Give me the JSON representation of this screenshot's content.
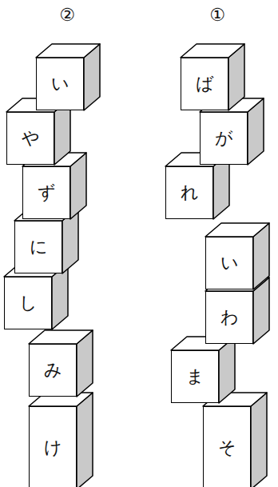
{
  "diagram": {
    "nodes": [
      {
        "text": [
          "ば"
        ]
      },
      {
        "text": [
          "が"
        ]
      },
      {
        "text": [
          "れ"
        ]
      },
      {
        "text": [
          "い"
        ]
      },
      {
        "text": [
          "わ"
        ]
      },
      {
        "text": [
          "ま"
        ]
      },
      {
        "text": [
          "そ"
        ]
      },
      {
        "text": [
          "い"
        ]
      },
      {
        "text": [
          "や"
        ]
      },
      {
        "text": [
          "ず"
        ]
      },
      {
        "text": [
          "に"
        ]
      },
      {
        "text": [
          "し"
        ]
      },
      {
        "text": [
          "み"
        ]
      },
      {
        "text": [
          "け"
        ]
      }
    ],
    "labels": [
      "①",
      "②"
    ]
  }
}
